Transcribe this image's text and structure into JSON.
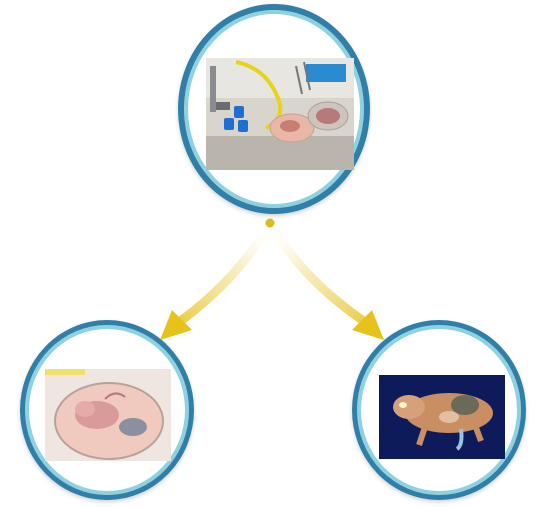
{
  "diagram": {
    "type": "hierarchy",
    "nodes": [
      {
        "id": "root",
        "image": "laboratory-dissection-bench-photo",
        "label": ""
      },
      {
        "id": "child-left",
        "image": "specimen-in-petri-dish-photo",
        "label": ""
      },
      {
        "id": "child-right",
        "image": "preserved-fetal-specimen-photo",
        "label": ""
      }
    ],
    "edges": [
      {
        "from": "root",
        "to": "child-left"
      },
      {
        "from": "root",
        "to": "child-right"
      }
    ]
  },
  "colors": {
    "ring_outer": "#2f7fa8",
    "ring_inner": "#8ed2df",
    "arrow": "#e6c21b",
    "junction_dot": "#e0b81a"
  }
}
